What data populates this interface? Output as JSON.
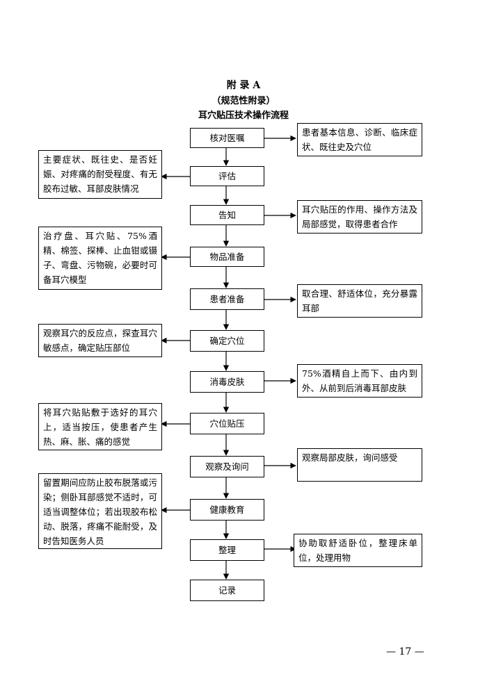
{
  "header": {
    "appendix": "附 录 A",
    "type": "（规范性附录）",
    "title": "耳穴贴压技术操作流程"
  },
  "steps": [
    "核对医嘱",
    "评估",
    "告知",
    "物品准备",
    "患者准备",
    "确定穴位",
    "消毒皮肤",
    "穴位贴压",
    "观察及询问",
    "健康教育",
    "整理",
    "记录"
  ],
  "notes": {
    "check_order": "患者基本信息、诊断、临床症状、既往史及穴位",
    "assessment": "主要症状、既往史、是否妊娠、对疼痛的耐受程度、有无胶布过敏、耳部皮肤情况",
    "inform": "耳穴贴压的作用、操作方法及局部感觉，取得患者合作",
    "supplies": "治疗盘、耳穴贴、75%酒精、棉签、探棒、止血钳或镊子、弯盘、污物碗，必要时可备耳穴模型",
    "patient_prep": "取合理、舒适体位，充分暴露耳部",
    "locate_points": "观察耳穴的反应点，探查耳穴敏感点，确定贴压部位",
    "disinfect": "75%酒精自上而下、由内到外、从前到后消毒耳部皮肤",
    "apply": "将耳穴贴贴敷于选好的耳穴上，适当按压，使患者产生热、麻、胀、痛的感觉",
    "observe": "观察局部皮肤，询问感受",
    "education": "留置期间应防止胶布脱落或污染；侧卧耳部感觉不适时，可适当调整体位；若出现胶布松动、脱落，疼痛不能耐受，及时告知医务人员",
    "tidy": "协助取舒适卧位，整理床单位，处理用物"
  },
  "page_number": "— 17 —"
}
